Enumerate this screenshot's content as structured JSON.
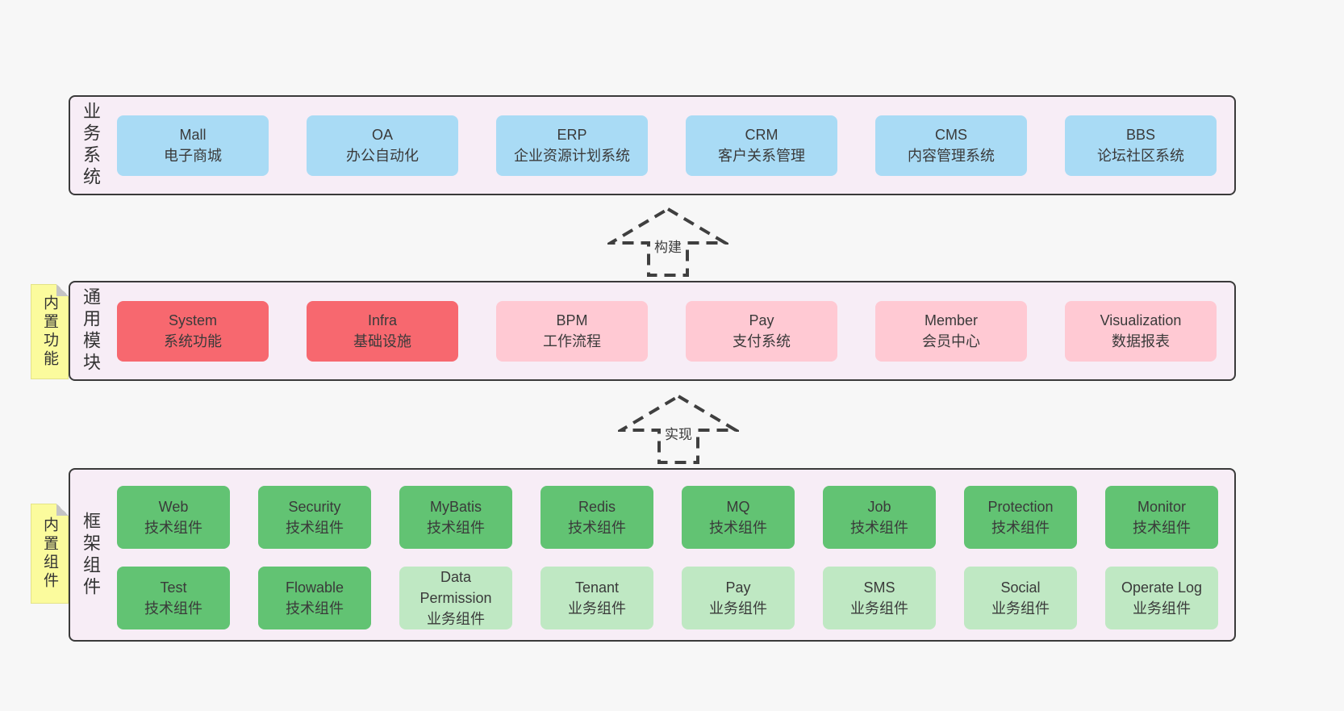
{
  "layers": [
    {
      "id": "business-systems",
      "label": "业务系统",
      "sticky": null,
      "boxes": [
        {
          "name": "Mall",
          "desc": "电子商城",
          "variant": "blue"
        },
        {
          "name": "OA",
          "desc": "办公自动化",
          "variant": "blue"
        },
        {
          "name": "ERP",
          "desc": "企业资源计划系统",
          "variant": "blue"
        },
        {
          "name": "CRM",
          "desc": "客户关系管理",
          "variant": "blue"
        },
        {
          "name": "CMS",
          "desc": "内容管理系统",
          "variant": "blue"
        },
        {
          "name": "BBS",
          "desc": "论坛社区系统",
          "variant": "blue"
        }
      ]
    },
    {
      "id": "common-modules",
      "label": "通用模块",
      "sticky": "内置功能",
      "boxes": [
        {
          "name": "System",
          "desc": "系统功能",
          "variant": "red"
        },
        {
          "name": "Infra",
          "desc": "基础设施",
          "variant": "red"
        },
        {
          "name": "BPM",
          "desc": "工作流程",
          "variant": "pink"
        },
        {
          "name": "Pay",
          "desc": "支付系统",
          "variant": "pink"
        },
        {
          "name": "Member",
          "desc": "会员中心",
          "variant": "pink"
        },
        {
          "name": "Visualization",
          "desc": "数据报表",
          "variant": "pink"
        }
      ]
    },
    {
      "id": "framework-components",
      "label": "框架组件",
      "sticky": "内置组件",
      "rows": [
        [
          {
            "name": "Web",
            "desc": "技术组件",
            "variant": "green-dark"
          },
          {
            "name": "Security",
            "desc": "技术组件",
            "variant": "green-dark"
          },
          {
            "name": "MyBatis",
            "desc": "技术组件",
            "variant": "green-dark"
          },
          {
            "name": "Redis",
            "desc": "技术组件",
            "variant": "green-dark"
          },
          {
            "name": "MQ",
            "desc": "技术组件",
            "variant": "green-dark"
          },
          {
            "name": "Job",
            "desc": "技术组件",
            "variant": "green-dark"
          },
          {
            "name": "Protection",
            "desc": "技术组件",
            "variant": "green-dark"
          },
          {
            "name": "Monitor",
            "desc": "技术组件",
            "variant": "green-dark"
          }
        ],
        [
          {
            "name": "Test",
            "desc": "技术组件",
            "variant": "green-dark"
          },
          {
            "name": "Flowable",
            "desc": "技术组件",
            "variant": "green-dark"
          },
          {
            "name": "Data Permission",
            "desc": "业务组件",
            "variant": "green-light"
          },
          {
            "name": "Tenant",
            "desc": "业务组件",
            "variant": "green-light"
          },
          {
            "name": "Pay",
            "desc": "业务组件",
            "variant": "green-light"
          },
          {
            "name": "SMS",
            "desc": "业务组件",
            "variant": "green-light"
          },
          {
            "name": "Social",
            "desc": "业务组件",
            "variant": "green-light"
          },
          {
            "name": "Operate Log",
            "desc": "业务组件",
            "variant": "green-light"
          }
        ]
      ]
    }
  ],
  "arrows": [
    {
      "label": "构建"
    },
    {
      "label": "实现"
    }
  ],
  "colors": {
    "page_bg": "#f7f7f7",
    "layer_bg": "#f7edf6",
    "layer_border": "#3a3a3a",
    "blue": "#a9dbf5",
    "red": "#f7686f",
    "pink": "#ffc9d3",
    "green_dark": "#62c373",
    "green_light": "#bfe8c3",
    "sticky_yellow": "#fbfb9d",
    "fold_gray": "#c4c4c4",
    "text": "#3a3a3a"
  }
}
